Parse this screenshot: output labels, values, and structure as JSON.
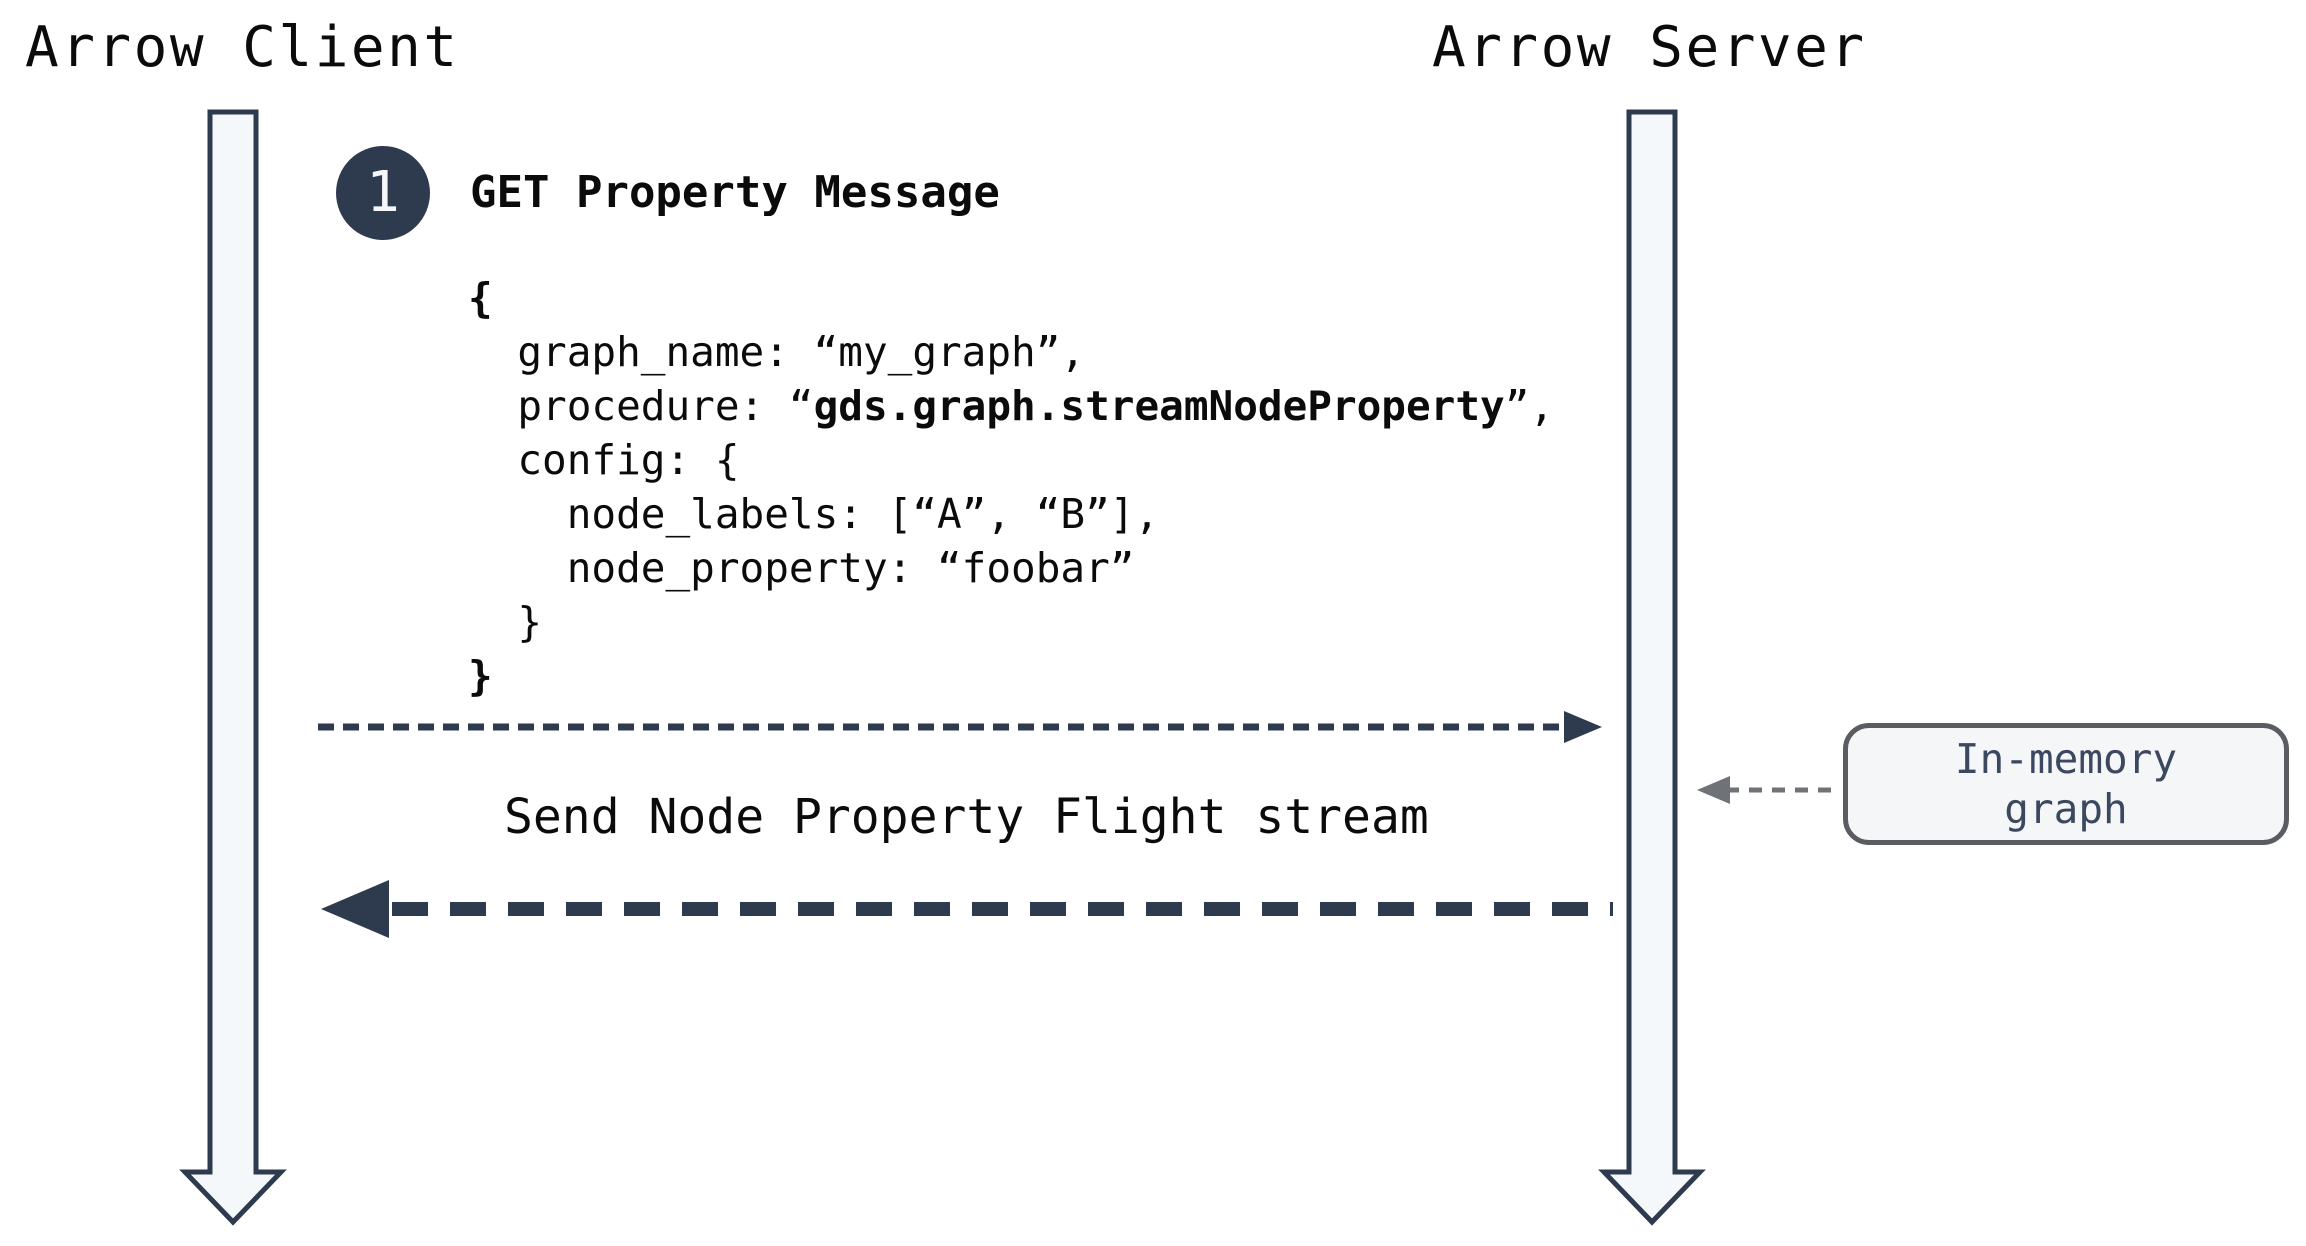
{
  "diagram": {
    "client": {
      "title": "Arrow Client"
    },
    "server": {
      "title": "Arrow Server"
    },
    "step": {
      "number": "1",
      "title": "GET Property Message"
    },
    "request_message": {
      "code_lines": [
        [
          {
            "t": "{",
            "b": true
          }
        ],
        [
          {
            "t": "  graph_name: “my_graph”,",
            "b": false
          }
        ],
        [
          {
            "t": "  procedure: “",
            "b": false
          },
          {
            "t": "gds.graph.streamNodeProperty",
            "b": true
          },
          {
            "t": "”,",
            "b": false
          }
        ],
        [
          {
            "t": "  config: {",
            "b": false
          }
        ],
        [
          {
            "t": "    node_labels: [“A”, “B”],",
            "b": false
          }
        ],
        [
          {
            "t": "    node_property: “foobar”",
            "b": false
          }
        ],
        [
          {
            "t": "  }",
            "b": false
          }
        ],
        [
          {
            "t": "}",
            "b": true
          }
        ]
      ]
    },
    "response_message": {
      "label": "Send Node Property Flight stream"
    },
    "annotation": {
      "lines": [
        "In-memory",
        "graph"
      ]
    },
    "colors": {
      "navy": "#2e3a4e",
      "lifeline_fill": "#f4f8fb",
      "gray_arrow": "#6f7377",
      "box_border": "#595d61",
      "box_fill": "#f4f6f8",
      "box_text": "#3b485f",
      "text": "#0b0b0b"
    }
  }
}
